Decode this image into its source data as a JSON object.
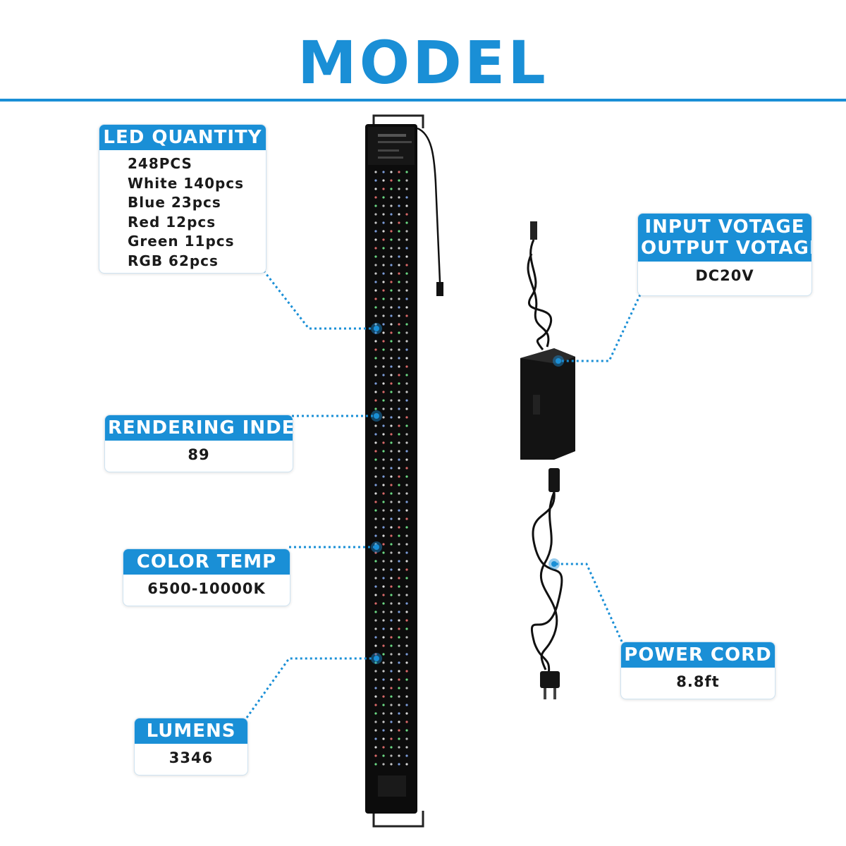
{
  "title": "MODEL",
  "colors": {
    "accent": "#1a8fd6",
    "device": "#0c0c0c"
  },
  "specs": {
    "led_quantity": {
      "heading": "LED QUANTITY",
      "items": [
        "248PCS",
        "White 140pcs",
        "Blue 23pcs",
        "Red 12pcs",
        "Green 11pcs",
        "RGB 62pcs"
      ]
    },
    "rendering_index": {
      "heading": "RENDERING INDEX",
      "value": "89"
    },
    "color_temp": {
      "heading": "COLOR TEMP",
      "value": "6500-10000K"
    },
    "lumens": {
      "heading": "LUMENS",
      "value": "3346"
    },
    "voltage": {
      "heading_line1": "INPUT VOTAGE",
      "heading_line2": "OUTPUT VOTAGE",
      "value": "DC20V"
    },
    "power_cord": {
      "heading": "POWER CORD",
      "value": "8.8ft"
    }
  }
}
